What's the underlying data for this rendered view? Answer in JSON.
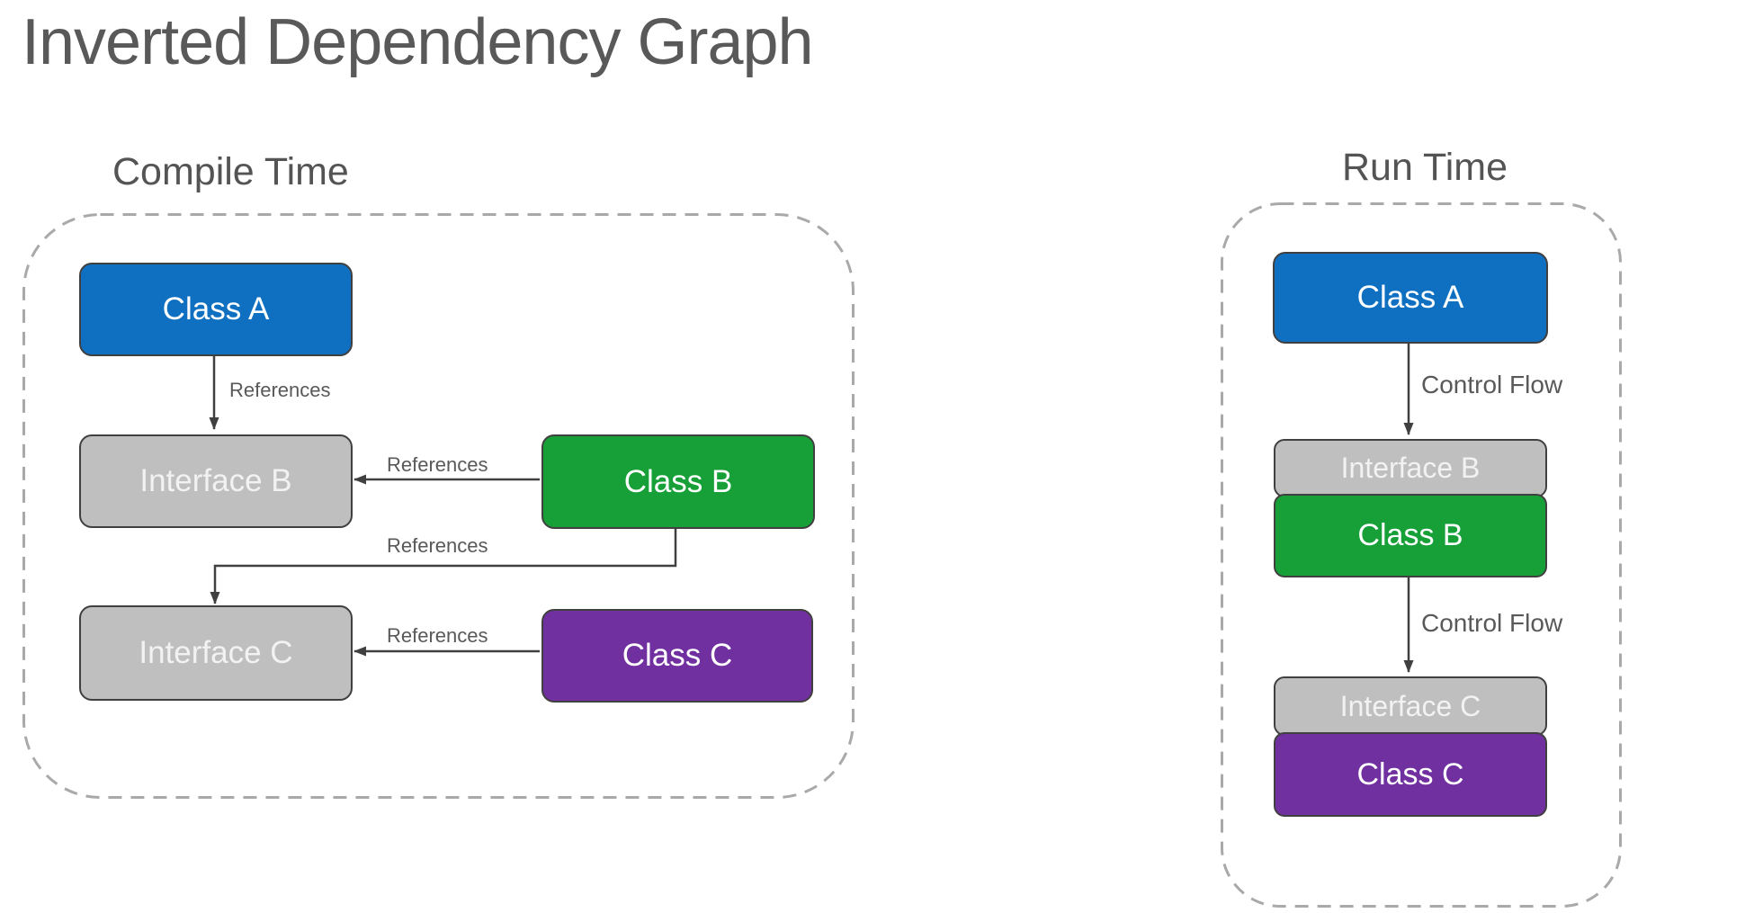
{
  "title": "Inverted Dependency Graph",
  "colors": {
    "class_blue": "#0F70C2",
    "class_green": "#17A038",
    "class_purple": "#7030A0",
    "interface_gray": "#BFBFBF",
    "box_border": "#404040",
    "panel_dashed_border": "#A9A9A9",
    "label_text": "#595959",
    "arrow": "#404040"
  },
  "compile_time": {
    "label": "Compile Time",
    "nodes": {
      "class_a": "Class A",
      "interface_b": "Interface B",
      "class_b": "Class B",
      "interface_c": "Interface C",
      "class_c": "Class C"
    },
    "edge_labels": {
      "a_to_ib": "References",
      "b_to_ib": "References",
      "b_to_ic": "References",
      "c_to_ic": "References"
    }
  },
  "run_time": {
    "label": "Run Time",
    "nodes": {
      "class_a": "Class A",
      "interface_b": "Interface B",
      "class_b": "Class B",
      "interface_c": "Interface C",
      "class_c": "Class C"
    },
    "edge_labels": {
      "a_to_b": "Control Flow",
      "b_to_c": "Control Flow"
    }
  }
}
